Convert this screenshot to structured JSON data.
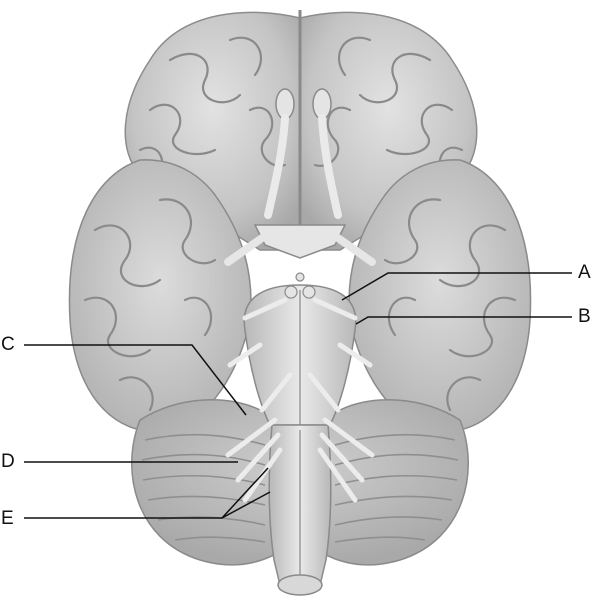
{
  "diagram": {
    "callouts": [
      {
        "id": "a",
        "text": "A"
      },
      {
        "id": "b",
        "text": "B"
      },
      {
        "id": "c",
        "text": "C"
      },
      {
        "id": "d",
        "text": "D"
      },
      {
        "id": "e",
        "text": "E"
      }
    ]
  },
  "colors": {
    "cortex_fill": "#bdbdbd",
    "cortex_highlight": "#dedede",
    "sulcus": "#7f7f7f",
    "leader_line": "#111111"
  }
}
